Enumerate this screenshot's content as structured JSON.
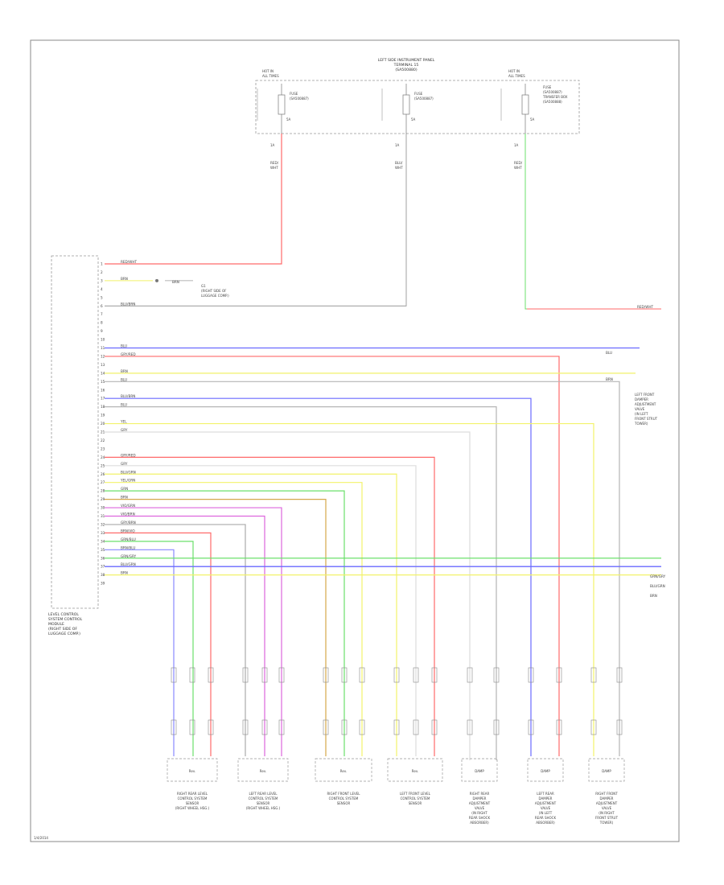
{
  "fuse_box": {
    "title_lines": [
      "LEFT SIDE INSTRUMENT PANEL",
      "TERMINAL 15",
      "(SA500880)"
    ],
    "fuses": [
      {
        "lines": [
          "HOT IN",
          "ALL TIMES"
        ],
        "fuse_lines": [
          "FUSE",
          "(SA500887)"
        ],
        "amp": "5A",
        "pin": "1A"
      },
      {
        "lines": [
          "",
          ""
        ],
        "fuse_lines": [
          "FUSE",
          "(SA500887)"
        ],
        "amp": "5A",
        "pin": "1A"
      },
      {
        "lines": [
          "HOT IN",
          "ALL TIMES"
        ],
        "fuse_lines": [
          "FUSE",
          "(SA500887)",
          "TRANSFER BOX",
          "(SA500888)"
        ],
        "amp": "5A",
        "pin": "1A"
      }
    ],
    "wire_labels": [
      [
        "RED/",
        "WHT"
      ],
      [
        "BLU/",
        "WHT"
      ],
      [
        "RED/",
        "WHT"
      ]
    ]
  },
  "module": {
    "label_lines": [
      "LEVEL CONTROL",
      "SYSTEM CONTROL",
      "MODULE",
      "(RIGHT SIDE OF",
      "LUGGAGE COMP.)"
    ]
  },
  "module_wires": [
    {
      "pin": "1",
      "label": "RED/WHT"
    },
    {
      "pin": "2",
      "label": ""
    },
    {
      "pin": "3",
      "label": "BRN"
    },
    {
      "pin": "4",
      "label": ""
    },
    {
      "pin": "5",
      "label": ""
    },
    {
      "pin": "6",
      "label": "BLU/BRN"
    },
    {
      "pin": "7",
      "label": ""
    },
    {
      "pin": "8",
      "label": ""
    },
    {
      "pin": "9",
      "label": ""
    },
    {
      "pin": "10",
      "label": ""
    },
    {
      "pin": "11",
      "label": "BLU"
    },
    {
      "pin": "12",
      "label": "GRY/RED"
    },
    {
      "pin": "13",
      "label": ""
    },
    {
      "pin": "14",
      "label": "BRN"
    },
    {
      "pin": "15",
      "label": "BLU"
    },
    {
      "pin": "16",
      "label": ""
    },
    {
      "pin": "17",
      "label": "BLU/BRN"
    },
    {
      "pin": "18",
      "label": "BLU"
    },
    {
      "pin": "19",
      "label": ""
    },
    {
      "pin": "20",
      "label": "YEL"
    },
    {
      "pin": "21",
      "label": "GRY"
    },
    {
      "pin": "22",
      "label": ""
    },
    {
      "pin": "23",
      "label": ""
    },
    {
      "pin": "24",
      "label": "GRY/RED"
    },
    {
      "pin": "25",
      "label": "GRY"
    },
    {
      "pin": "26",
      "label": "BLU/GRN"
    },
    {
      "pin": "27",
      "label": "YEL/GRN"
    },
    {
      "pin": "28",
      "label": "GRN"
    },
    {
      "pin": "29",
      "label": "BRN"
    },
    {
      "pin": "30",
      "label": "VIO/GRN"
    },
    {
      "pin": "31",
      "label": "VIO/BRN"
    },
    {
      "pin": "32",
      "label": "GRY/BRN"
    },
    {
      "pin": "33",
      "label": "BRN/VIO"
    },
    {
      "pin": "34",
      "label": "GRN/BLU"
    },
    {
      "pin": "35",
      "label": "BRN/BLU"
    },
    {
      "pin": "36",
      "label": "GRN/GRY"
    },
    {
      "pin": "37",
      "label": "BLU/GRN"
    },
    {
      "pin": "38",
      "label": "BRN"
    },
    {
      "pin": "39",
      "label": ""
    }
  ],
  "ground": {
    "label_lines": [
      "G1",
      "(RIGHT SIDE OF",
      "LUGGAGE COMP.)"
    ],
    "wire_label": "BRN"
  },
  "right_side": {
    "top_label": "RED/WHT",
    "blu_label": "BLU",
    "brn_label": "BRN",
    "bottom_labels": [
      "GRN/GRY",
      "BLU/GRN",
      "BRN"
    ],
    "valve_label_lines": [
      "LEFT FRONT",
      "DAMPER",
      "ADJUSTMENT",
      "VALVE",
      "(IN LEFT",
      "FRONT STRUT",
      "TOWER)"
    ]
  },
  "sensors": [
    {
      "box": "Rev.",
      "label_lines": [
        "RIGHT REAR LEVEL",
        "CONTROL SYSTEM",
        "SENSOR",
        "(RIGHT WHEEL HSG.)"
      ]
    },
    {
      "box": "Rev.",
      "label_lines": [
        "LEFT REAR LEVEL",
        "CONTROL SYSTEM",
        "SENSOR",
        "(RIGHT WHEEL HSG.)"
      ]
    },
    {
      "box": "Rev.",
      "label_lines": [
        "RIGHT FRONT LEVEL",
        "CONTROL SYSTEM",
        "SENSOR"
      ]
    },
    {
      "box": "Rev.",
      "label_lines": [
        "LEFT FRONT LEVEL",
        "CONTROL SYSTEM",
        "SENSOR"
      ]
    },
    {
      "box": "DAMP",
      "label_lines": [
        "RIGHT REAR",
        "DAMPER",
        "ADJUSTMENT",
        "VALVE",
        "(IN RIGHT",
        "REAR SHOCK",
        "ABSORBER)"
      ]
    },
    {
      "box": "DAMP",
      "label_lines": [
        "LEFT REAR",
        "DAMPER",
        "ADJUSTMENT",
        "VALVE",
        "(IN LEFT",
        "REAR SHOCK",
        "ABSORBER)"
      ]
    },
    {
      "box": "DAMP",
      "label_lines": [
        "RIGHT FRONT",
        "DAMPER",
        "ADJUSTMENT",
        "VALVE",
        "(IN RIGHT",
        "FRONT STRUT",
        "TOWER)"
      ]
    }
  ],
  "page_id": "1/4/2014"
}
